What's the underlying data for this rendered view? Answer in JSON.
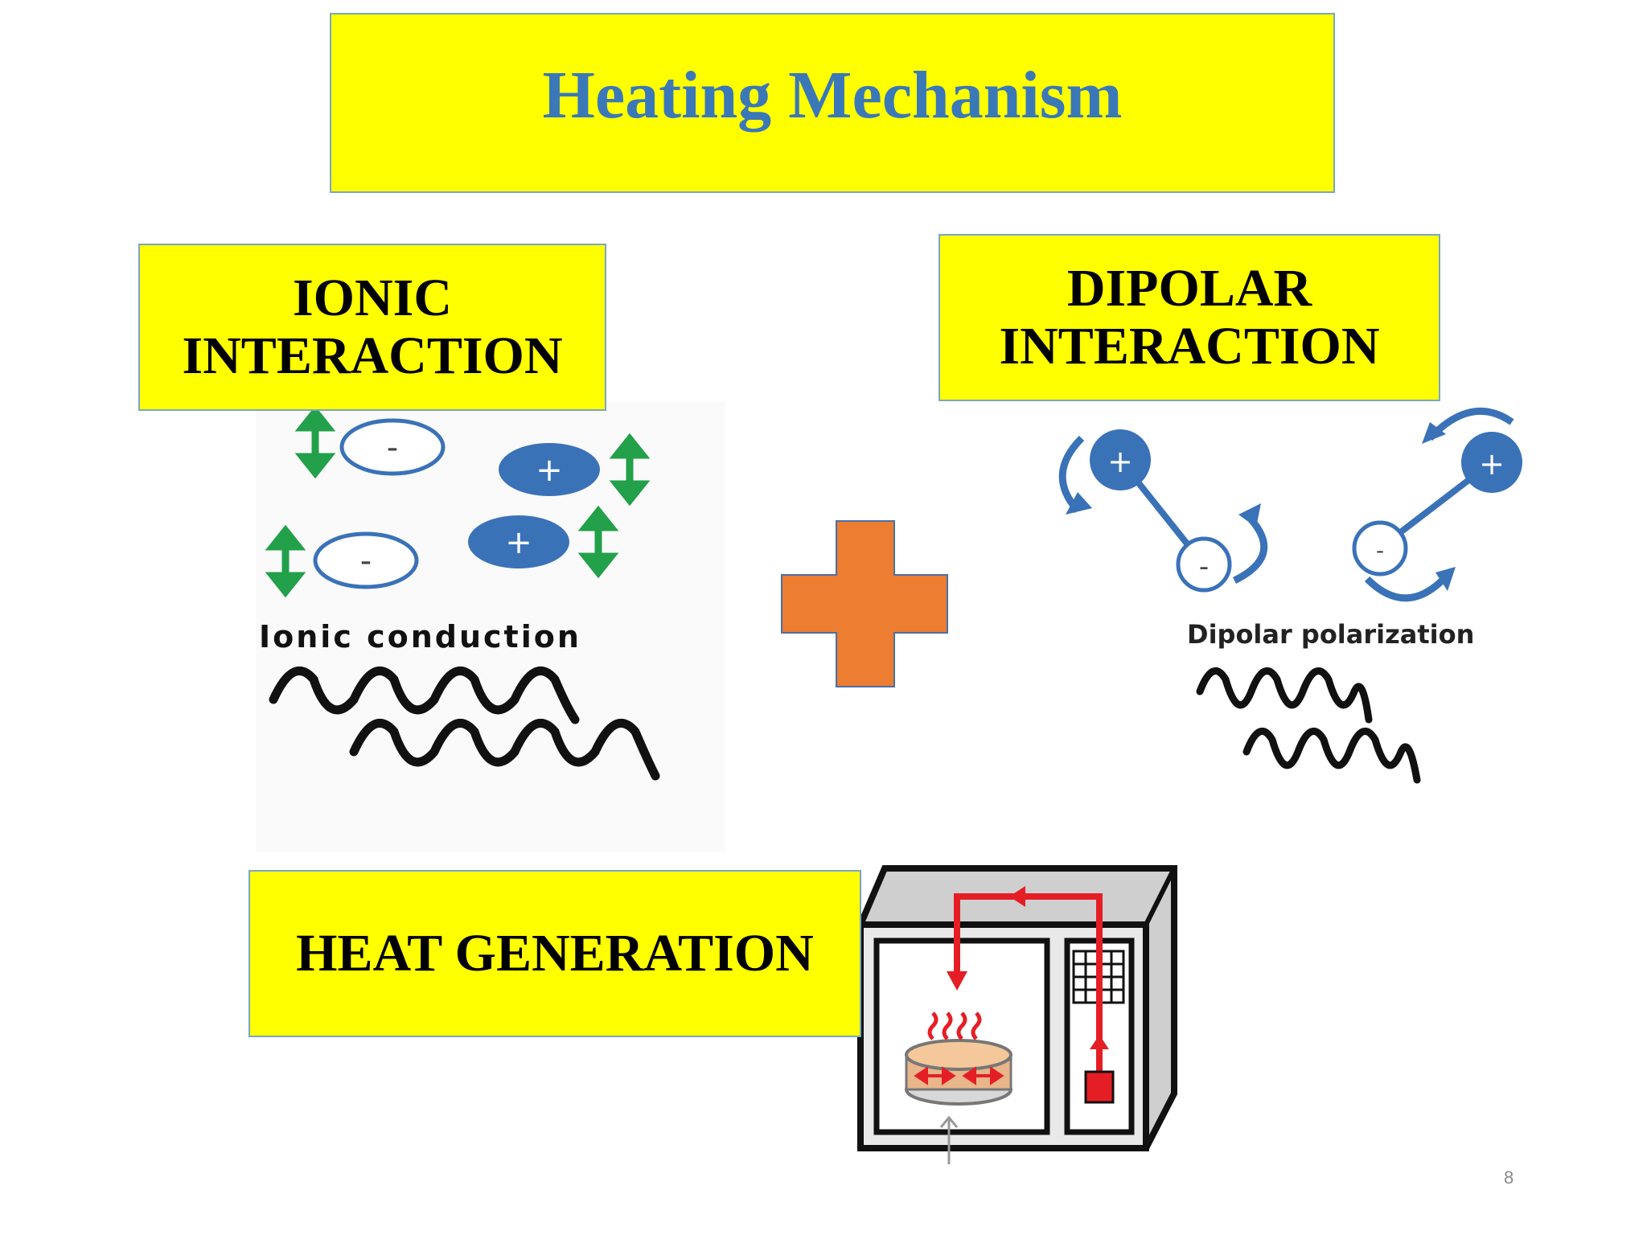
{
  "slide": {
    "title": "Heating Mechanism",
    "page_number": "8"
  },
  "ionic": {
    "box_line1": "IONIC",
    "box_line2": "INTERACTION",
    "diagram_label": "Ionic conduction",
    "ion_signs": [
      "-",
      "+",
      "-",
      "+"
    ]
  },
  "dipolar": {
    "box_line1": "DIPOLAR",
    "box_line2": "INTERACTION",
    "diagram_label": "Dipolar polarization",
    "dipole_signs": [
      "+",
      "-",
      "+",
      "-"
    ]
  },
  "heat": {
    "box_label": "HEAT GENERATION"
  },
  "colors": {
    "box_fill": "#ffff00",
    "title_text": "#3a78b8",
    "ion_blue": "#3a72b8",
    "arrow_green": "#22a04a",
    "plus_orange": "#ed7d31",
    "heat_red": "#e51e25"
  },
  "icons": [
    "double-arrow-icon",
    "plus-sign-icon",
    "rotation-arrow-icon",
    "wave-icon",
    "microwave-oven-icon",
    "steam-icon"
  ]
}
